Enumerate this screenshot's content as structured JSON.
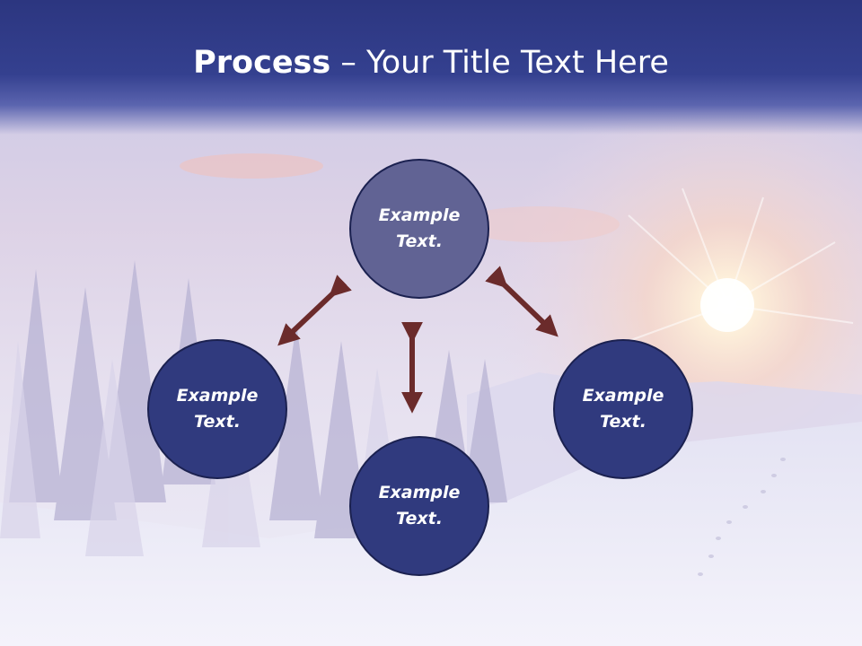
{
  "title": {
    "bold": "Process",
    "rest": " – Your Title Text Here"
  },
  "nodes": {
    "top": "Example Text.",
    "left": "Example Text.",
    "right": "Example Text.",
    "bottom": "Example Text."
  },
  "colors": {
    "title_bar": "#2c3680",
    "node_top": "#616394",
    "node": "#303a7e",
    "arrow": "#6b2b2b"
  },
  "background_icon": "winter-sunrise-landscape"
}
